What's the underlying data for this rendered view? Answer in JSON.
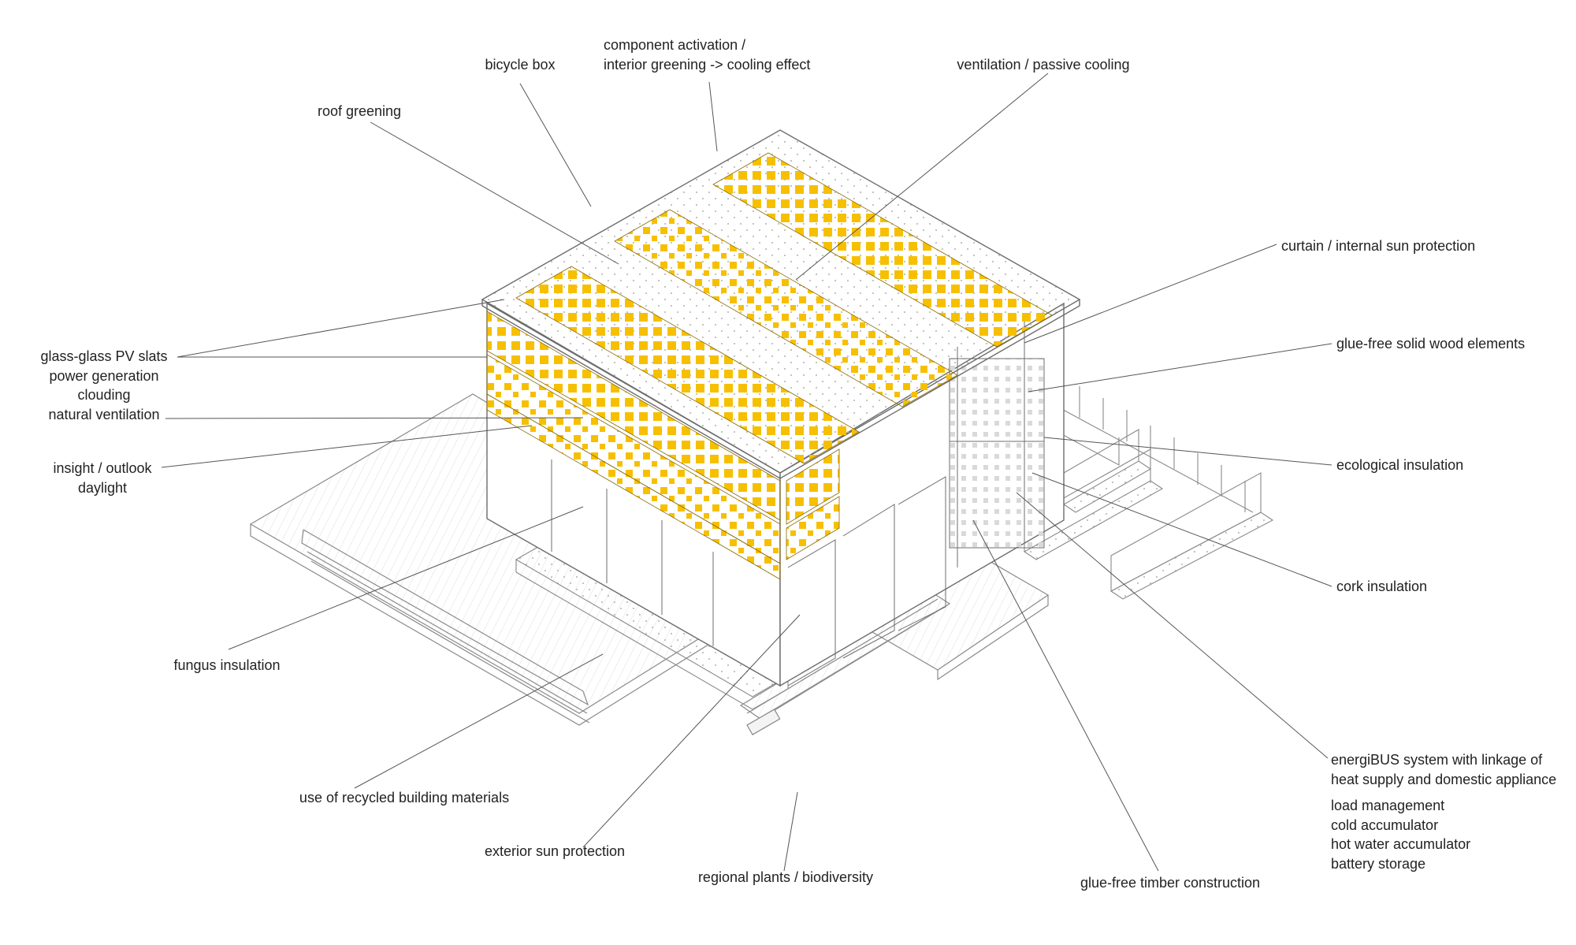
{
  "colors": {
    "pv": "#f6c000",
    "pv_dark": "#e0a800",
    "line": "#707070",
    "leader": "#555555",
    "text": "#222222"
  },
  "labels": {
    "bicycle_box": [
      "bicycle box"
    ],
    "component_activation": [
      "component activation /",
      "interior greening -> cooling effect"
    ],
    "ventilation": [
      "ventilation / passive cooling"
    ],
    "roof_greening": [
      "roof greening"
    ],
    "curtain": [
      "curtain / internal sun protection"
    ],
    "glue_free_wood": [
      "glue-free solid wood elements"
    ],
    "glass_pv": [
      "glass-glass PV slats",
      "power generation",
      "clouding",
      "natural ventilation"
    ],
    "ecological_insulation": [
      "ecological insulation"
    ],
    "insight": [
      "insight / outlook",
      "daylight"
    ],
    "cork_insulation": [
      "cork insulation"
    ],
    "fungus_insulation": [
      "fungus insulation"
    ],
    "energibus": [
      "energiBUS system with linkage of",
      "heat supply and domestic appliance"
    ],
    "storage": [
      "load management",
      "cold accumulator",
      "hot water accumulator",
      "battery storage"
    ],
    "recycled_materials": [
      "use of recycled building materials"
    ],
    "exterior_sun": [
      "exterior sun protection"
    ],
    "regional_plants": [
      "regional plants / biodiversity"
    ],
    "timber_construction": [
      "glue-free timber construction"
    ]
  }
}
